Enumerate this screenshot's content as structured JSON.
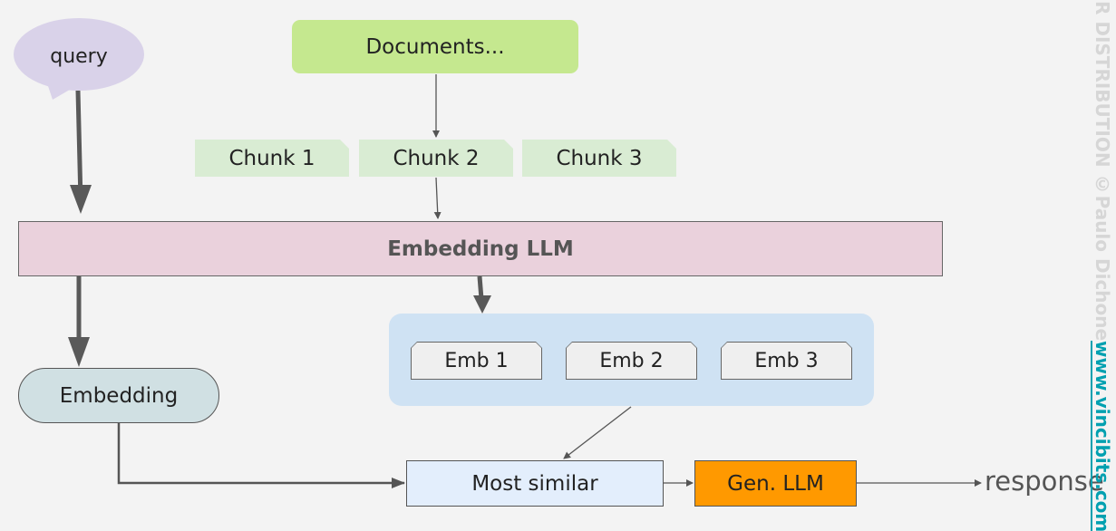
{
  "nodes": {
    "query": "query",
    "documents": "Documents...",
    "chunks": [
      "Chunk 1",
      "Chunk 2",
      "Chunk 3"
    ],
    "embedding_llm": "Embedding LLM",
    "embs": [
      "Emb 1",
      "Emb 2",
      "Emb 3"
    ],
    "embedding": "Embedding",
    "most_similar": "Most similar",
    "gen_llm": "Gen. LLM",
    "response": "response"
  },
  "watermark": {
    "credit": "R DISTRIBUTION ©Paulo Dichone",
    "site": "www.vincibits.com"
  },
  "colors": {
    "documents": "#c5e88f",
    "chunk": "#d9ecd3",
    "embedding_llm": "#ead1dc",
    "emb_container": "#cfe2f3",
    "embedding": "#d0e0e3",
    "most_similar": "#e3eefc",
    "gen_llm": "#ff9900",
    "query_bubble": "#d9d2e9",
    "site_link": "#00a0b0"
  }
}
